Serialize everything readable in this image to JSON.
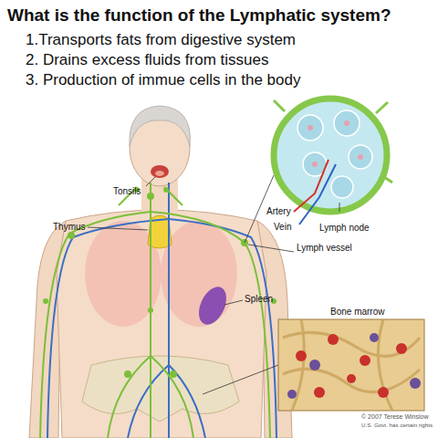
{
  "diagram": {
    "title": "What is the function of the Lymphatic system?",
    "labels": [
      "1.Transports fats from digestive system",
      "2. Drains excess fluids from tissues",
      "3. Production of immue cells in the body",
      "Tonsils",
      "Thymus",
      "Artery",
      "Vein",
      "Lymph node",
      "Lymph vessel",
      "Spleen",
      "Bone marrow",
      "© 2007 Terese Winslow",
      "U.S. Govt. has certain rights"
    ]
  }
}
